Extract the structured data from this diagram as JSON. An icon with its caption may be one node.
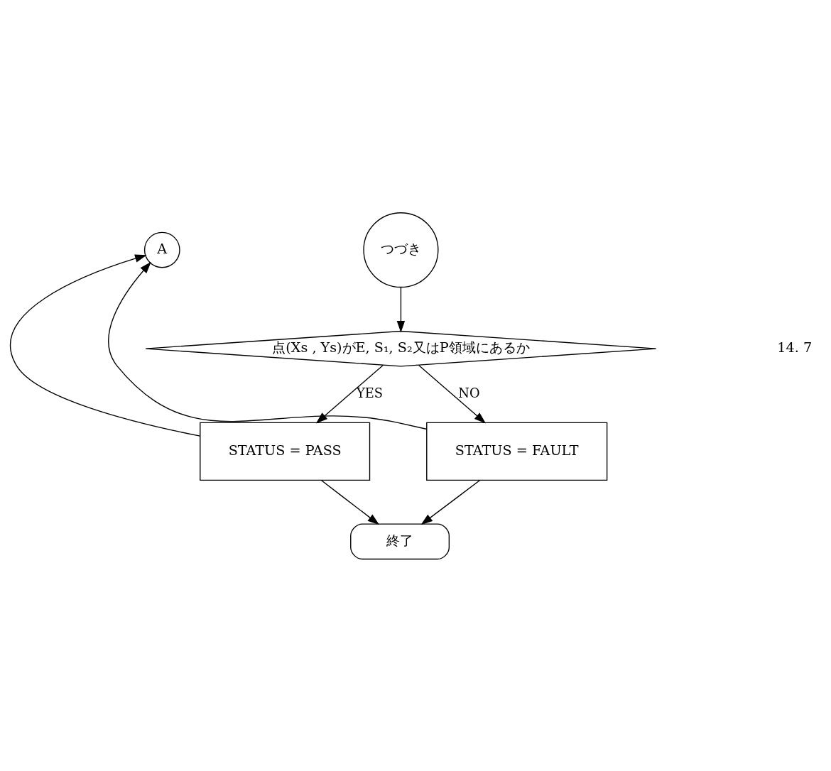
{
  "diagram": {
    "nodes": [
      {
        "text": [
          "A"
        ]
      },
      {
        "text": [
          "つづき"
        ]
      },
      {
        "text": [
          "点(Xs , Ys)がE, S₁, S₂又はP領域にあるか"
        ]
      },
      {
        "text": [
          "STATUS = PASS"
        ]
      },
      {
        "text": [
          "STATUS = FAULT"
        ]
      },
      {
        "text": [
          "終了"
        ]
      }
    ],
    "edges": [
      {
        "from": 1,
        "to": 2,
        "arrow": "to"
      },
      {
        "from": 2,
        "to": 3,
        "label": "YES",
        "arrow": "to"
      },
      {
        "from": 2,
        "to": 4,
        "label": "NO",
        "arrow": "to"
      },
      {
        "from": 3,
        "to": 0,
        "arrow": "to"
      },
      {
        "from": 4,
        "to": 0,
        "arrow": "to"
      },
      {
        "from": 3,
        "to": 5,
        "arrow": "to"
      },
      {
        "from": 4,
        "to": 5,
        "arrow": "to"
      }
    ],
    "labels": [
      "14. 7"
    ]
  }
}
